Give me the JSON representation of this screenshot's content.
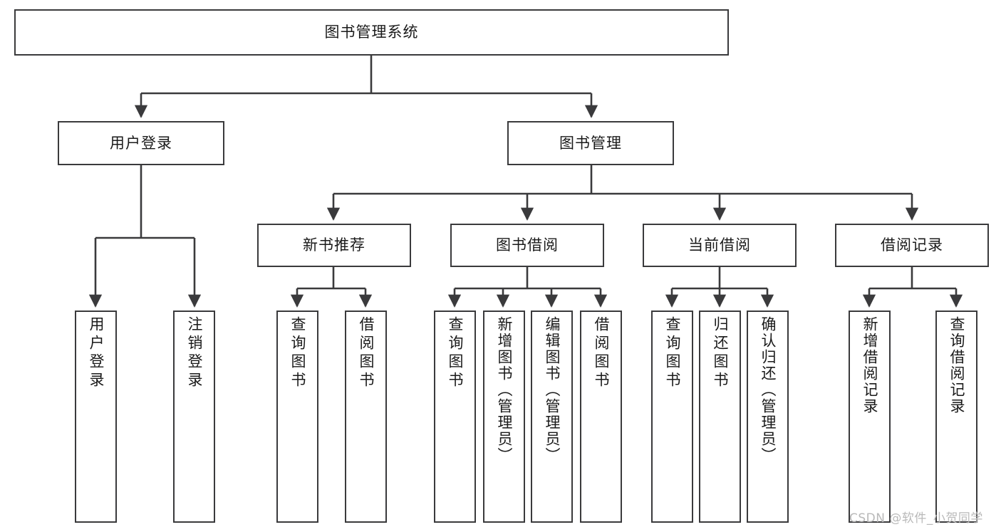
{
  "diagram": {
    "type": "tree-hierarchy",
    "title": "图书管理系统",
    "watermark": "CSDN @软件_小贺同学",
    "colors": {
      "stroke": "#3a3a3c",
      "background": "#ffffff",
      "text": "#1a1a1a",
      "watermark": "#b9b9b9"
    },
    "nodes": {
      "root": {
        "label": "图书管理系统",
        "level": 1,
        "orientation": "horizontal"
      },
      "l2": [
        {
          "id": "user-login",
          "label": "用户登录",
          "level": 2,
          "orientation": "horizontal"
        },
        {
          "id": "book-management",
          "label": "图书管理",
          "level": 2,
          "orientation": "horizontal"
        }
      ],
      "l3": [
        {
          "id": "new-book-recommend",
          "label": "新书推荐",
          "level": 3,
          "orientation": "horizontal"
        },
        {
          "id": "book-borrow",
          "label": "图书借阅",
          "level": 3,
          "orientation": "horizontal"
        },
        {
          "id": "current-borrow",
          "label": "当前借阅",
          "level": 3,
          "orientation": "horizontal"
        },
        {
          "id": "borrow-record",
          "label": "借阅记录",
          "level": 3,
          "orientation": "horizontal"
        }
      ],
      "leaves": [
        {
          "id": "leaf-user-login",
          "label": "用户登录",
          "parent": "user-login",
          "orientation": "vertical"
        },
        {
          "id": "leaf-user-logout",
          "label": "注销登录",
          "parent": "user-login",
          "orientation": "vertical"
        },
        {
          "id": "leaf-query-book-1",
          "label": "查询图书",
          "parent": "new-book-recommend",
          "orientation": "vertical"
        },
        {
          "id": "leaf-borrow-book-1",
          "label": "借阅图书",
          "parent": "new-book-recommend",
          "orientation": "vertical"
        },
        {
          "id": "leaf-query-book-2",
          "label": "查询图书",
          "parent": "book-borrow",
          "orientation": "vertical"
        },
        {
          "id": "leaf-add-book",
          "label": "新增图书（管理员）",
          "parent": "book-borrow",
          "orientation": "vertical"
        },
        {
          "id": "leaf-edit-book",
          "label": "编辑图书（管理员）",
          "parent": "book-borrow",
          "orientation": "vertical"
        },
        {
          "id": "leaf-borrow-book-2",
          "label": "借阅图书",
          "parent": "book-borrow",
          "orientation": "vertical"
        },
        {
          "id": "leaf-query-book-3",
          "label": "查询图书",
          "parent": "current-borrow",
          "orientation": "vertical"
        },
        {
          "id": "leaf-return-book",
          "label": "归还图书",
          "parent": "current-borrow",
          "orientation": "vertical"
        },
        {
          "id": "leaf-confirm-return",
          "label": "确认归还（管理员）",
          "parent": "current-borrow",
          "orientation": "vertical"
        },
        {
          "id": "leaf-add-record",
          "label": "新增借阅记录",
          "parent": "borrow-record",
          "orientation": "vertical"
        },
        {
          "id": "leaf-query-record",
          "label": "查询借阅记录",
          "parent": "borrow-record",
          "orientation": "vertical"
        }
      ]
    }
  }
}
